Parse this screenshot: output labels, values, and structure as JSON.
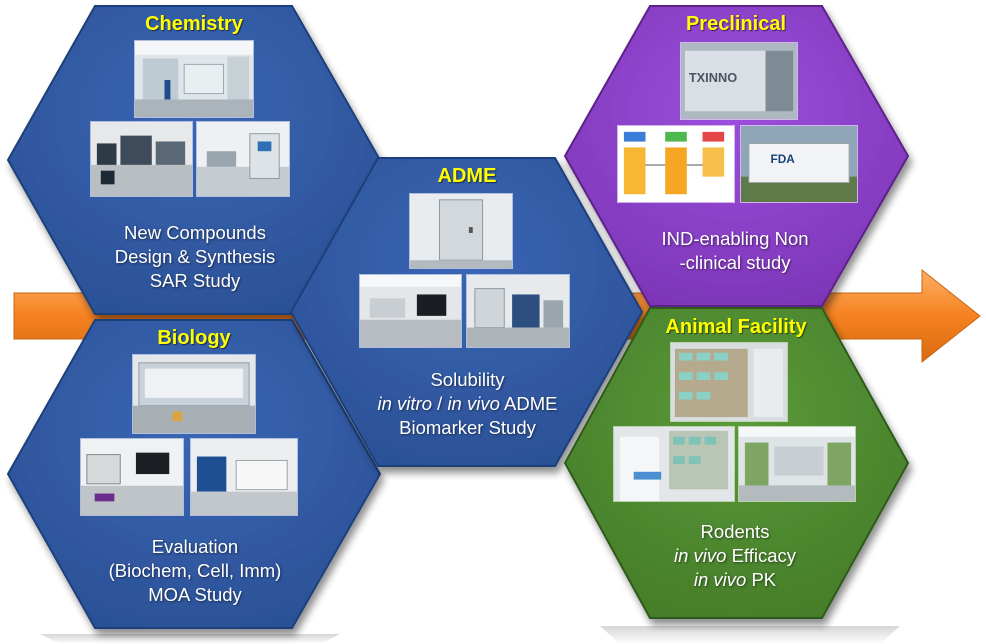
{
  "colors": {
    "blue_hex": "#2f58a3",
    "purple_hex": "#8a3fc8",
    "green_hex": "#4e8b2f",
    "arrow": "#f58220",
    "title_yellow": "#ffff00"
  },
  "hexagons": {
    "chemistry": {
      "title": "Chemistry",
      "lines": [
        "New Compounds",
        "Design & Synthesis",
        "SAR Study"
      ]
    },
    "biology": {
      "title": "Biology",
      "lines": [
        "Evaluation",
        "(Biochem, Cell, Imm)",
        "MOA Study"
      ]
    },
    "adme": {
      "title": "ADME",
      "line1": "Solubility",
      "line2_a": "in vitro",
      "line2_b": " / ",
      "line2_c": "in vivo",
      "line2_d": " ADME",
      "line3": "Biomarker Study"
    },
    "preclinical": {
      "title": "Preclinical",
      "lines": [
        "IND-enabling Non",
        "-clinical study"
      ],
      "photo_sign_text": "TXINNO",
      "photo_fda_text": "FDA"
    },
    "animal_facility": {
      "title": "Animal Facility",
      "line1": "Rodents",
      "line2_a": "in vivo",
      "line2_b": " Efficacy",
      "line3_a": "in vivo",
      "line3_b": " PK"
    }
  }
}
